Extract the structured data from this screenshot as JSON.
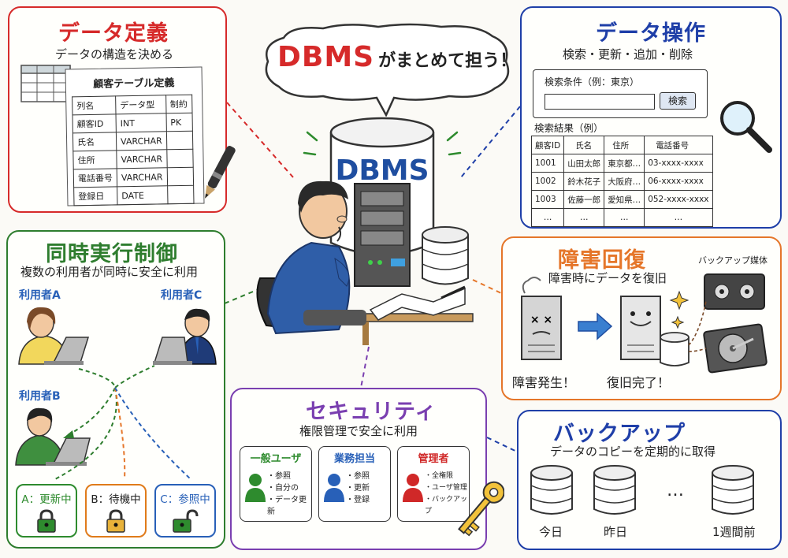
{
  "speech": {
    "dbms": "DBMS",
    "rest": "がまとめて担う！"
  },
  "center": {
    "server_label": "DBMS"
  },
  "data_def": {
    "title": "データ定義",
    "subtitle": "データの構造を決める",
    "table_title": "顧客テーブル定義",
    "headers": [
      "列名",
      "データ型",
      "制約"
    ],
    "rows": [
      [
        "顧客ID",
        "INT",
        "PK"
      ],
      [
        "氏名",
        "VARCHAR",
        ""
      ],
      [
        "住所",
        "VARCHAR",
        ""
      ],
      [
        "電話番号",
        "VARCHAR",
        ""
      ],
      [
        "登録日",
        "DATE",
        ""
      ]
    ]
  },
  "data_op": {
    "title": "データ操作",
    "subtitle": "検索・更新・追加・削除",
    "search_label": "検索条件（例：東京）",
    "search_button": "検索",
    "result_label": "検索結果（例）",
    "headers": [
      "顧客ID",
      "氏名",
      "住所",
      "電話番号"
    ],
    "rows": [
      [
        "1001",
        "山田太郎",
        "東京都…",
        "03-xxxx-xxxx"
      ],
      [
        "1002",
        "鈴木花子",
        "大阪府…",
        "06-xxxx-xxxx"
      ],
      [
        "1003",
        "佐藤一郎",
        "愛知県…",
        "052-xxxx-xxxx"
      ],
      [
        "…",
        "…",
        "…",
        "…"
      ]
    ]
  },
  "concurrency": {
    "title": "同時実行制御",
    "subtitle": "複数の利用者が同時に安全に利用",
    "user_a": "利用者A",
    "user_b": "利用者B",
    "user_c": "利用者C",
    "locks": [
      {
        "label": "A：更新中",
        "color": "#2e8b2e",
        "state": "locked"
      },
      {
        "label": "B：待機中",
        "color": "#e07b1a",
        "state": "locked"
      },
      {
        "label": "C：参照中",
        "color": "#2860b8",
        "state": "unlocked"
      }
    ]
  },
  "recovery": {
    "title": "障害回復",
    "subtitle": "障害時にデータを復旧",
    "media_label": "バックアップ媒体",
    "failure": "障害発生！",
    "restored": "復旧完了！"
  },
  "security": {
    "title": "セキュリティ",
    "subtitle": "権限管理で安全に利用",
    "roles": [
      {
        "name": "一般ユーザ",
        "color": "#2e8b2e",
        "items": [
          "・参照",
          "・自分の",
          "・データ更新"
        ]
      },
      {
        "name": "業務担当",
        "color": "#2860b8",
        "items": [
          "・参照",
          "・更新",
          "・登録"
        ]
      },
      {
        "name": "管理者",
        "color": "#d02828",
        "items": [
          "・全権限",
          "・ユーザ管理",
          "・バックアップ"
        ]
      }
    ]
  },
  "backup": {
    "title": "バックアップ",
    "subtitle": "データのコピーを定期的に取得",
    "labels": [
      "今日",
      "昨日",
      "…",
      "1週間前"
    ]
  },
  "colors": {
    "red": "#d62a2a",
    "blue": "#1f3fa8",
    "green": "#2e7d2e",
    "orange": "#e5762a",
    "purple": "#7a3fb0"
  }
}
